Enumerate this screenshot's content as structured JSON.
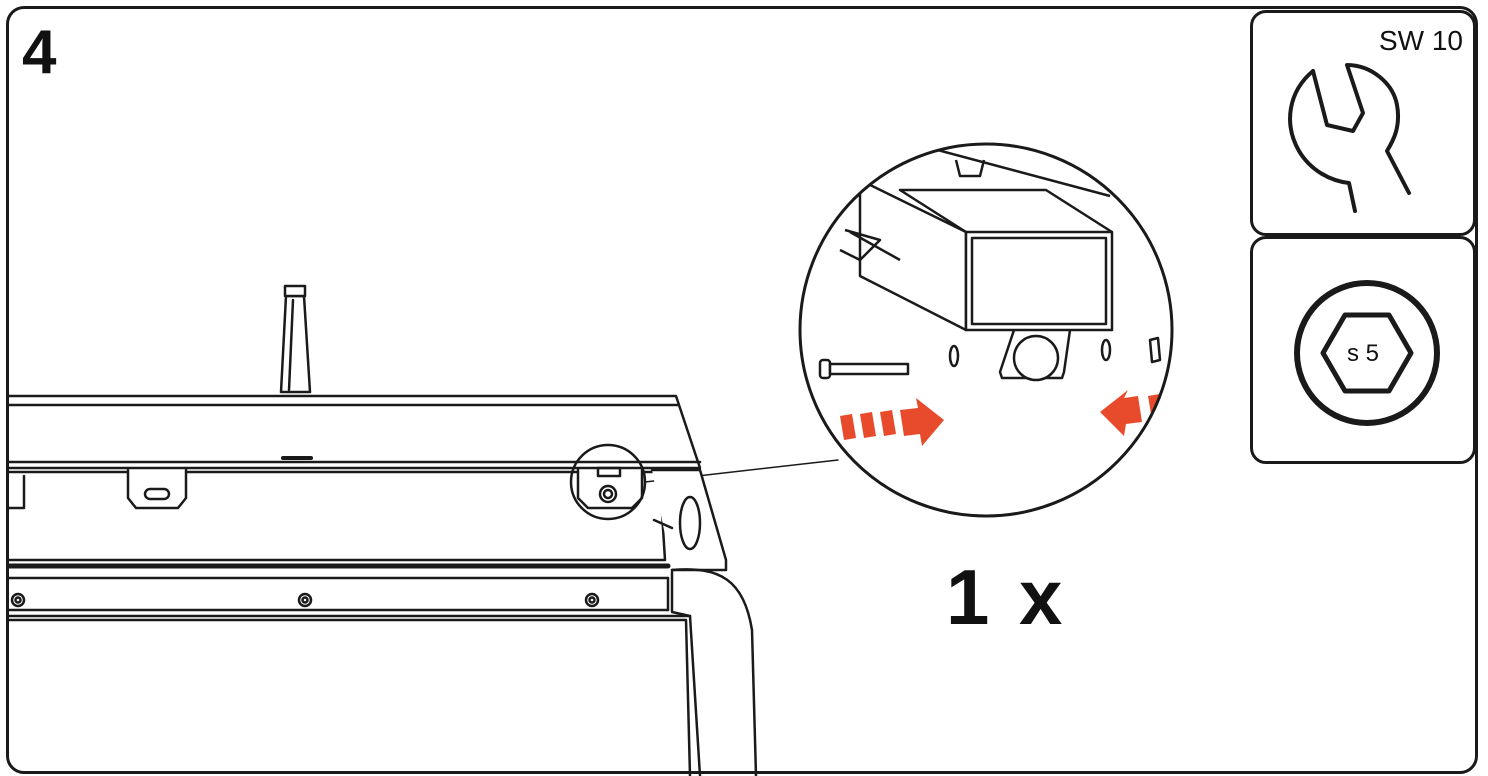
{
  "step": {
    "number": "4"
  },
  "tools": {
    "wrench": {
      "label": "SW 10",
      "icon": "open-end-wrench-icon"
    },
    "hex_key": {
      "label": "s 5",
      "icon": "hex-socket-icon"
    }
  },
  "detail": {
    "quantity": "1 x"
  },
  "colors": {
    "arrow": "#e84a2c",
    "line": "#1a1a1a",
    "background": "#ffffff"
  }
}
